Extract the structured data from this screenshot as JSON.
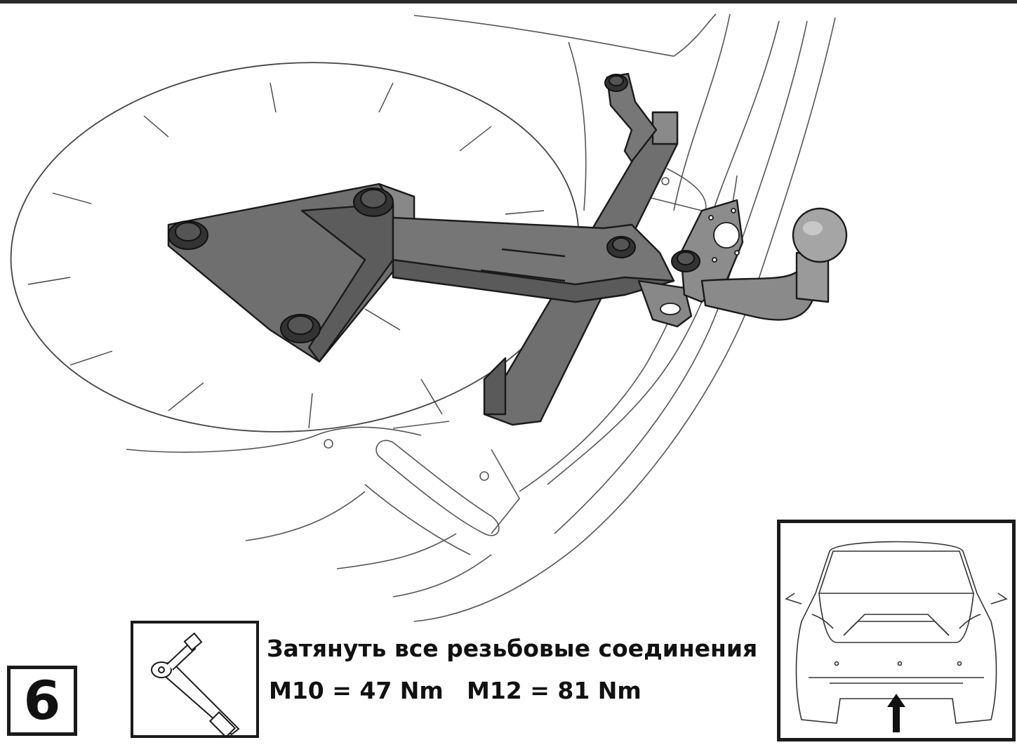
{
  "step": {
    "number": "6"
  },
  "instruction": {
    "text": "Затянуть все резьбовые соединения",
    "torque_m10": "M10 = 47 Nm",
    "torque_m12": "M12 = 81 Nm"
  },
  "icons": {
    "tool": "torque-wrench-icon",
    "locator": "car-rear-locator-icon",
    "arrow": "up-arrow-icon"
  },
  "colors": {
    "metal": "#6f6f6f",
    "metal_dark": "#4a4a4a",
    "line": "#1a1a1a",
    "body_line": "#555555"
  }
}
